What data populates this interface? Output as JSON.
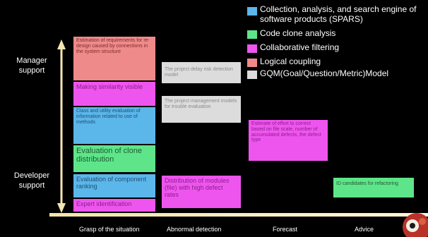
{
  "legend": [
    {
      "label": "Collection, analysis, and search engine of",
      "label2": "software products (SPARS)",
      "color": "#5bb6ea"
    },
    {
      "label": "Code clone analysis",
      "color": "#5ee58a"
    },
    {
      "label": "Collaborative filtering",
      "color": "#ee55ee"
    },
    {
      "label": "Logical coupling",
      "color": "#ef8a8a"
    },
    {
      "label": "GQM(Goal/Question/Metric)Model",
      "color": "#dcdcdc"
    }
  ],
  "axis": {
    "manager_line1": "Manager",
    "manager_line2": "support",
    "developer_line1": "Developer",
    "developer_line2": "support",
    "x_labels": [
      "Grasp of the situation",
      "Abnormal detection",
      "Forecast",
      "Advice"
    ]
  },
  "boxes": {
    "requirements": "Estimation of requirements for re-design caused by connections in the system structure",
    "similarity": "Making similarity visible",
    "class_utility": "Class and utility evaluation of information related to use of methods",
    "clone_dist": "Evaluation of clone distribution",
    "component_rank": "Evaluation of component ranking",
    "expert": "Expert identification",
    "delay_risk": "The project delay risk detection model",
    "mgmt_models": "The project management models for trouble evaluation",
    "defect_dist": "Distribution of modules (file) with high defect rates",
    "estimate_effort": "Estimate of effort to correct based on file scale, number of accumulated defects, the defect type",
    "id_candidates": "ID candidates for refactoring"
  }
}
